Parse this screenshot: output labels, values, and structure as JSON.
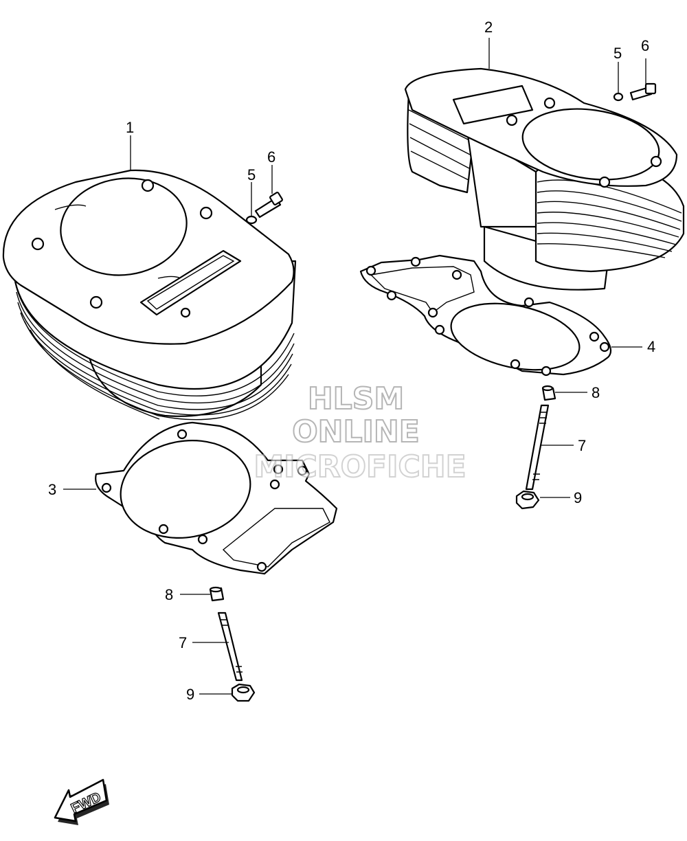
{
  "diagram": {
    "callouts": [
      {
        "id": "c1",
        "label": "1"
      },
      {
        "id": "c2",
        "label": "2"
      },
      {
        "id": "c3",
        "label": "3"
      },
      {
        "id": "c4",
        "label": "4"
      },
      {
        "id": "c5a",
        "label": "5"
      },
      {
        "id": "c5b",
        "label": "5"
      },
      {
        "id": "c6a",
        "label": "6"
      },
      {
        "id": "c6b",
        "label": "6"
      },
      {
        "id": "c7a",
        "label": "7"
      },
      {
        "id": "c7b",
        "label": "7"
      },
      {
        "id": "c8a",
        "label": "8"
      },
      {
        "id": "c8b",
        "label": "8"
      },
      {
        "id": "c9a",
        "label": "9"
      },
      {
        "id": "c9b",
        "label": "9"
      }
    ],
    "watermark": {
      "line1": "HLSM",
      "line2": "ONLINE",
      "line3": "MICROFICHE"
    },
    "fwd_label": "FWD"
  }
}
